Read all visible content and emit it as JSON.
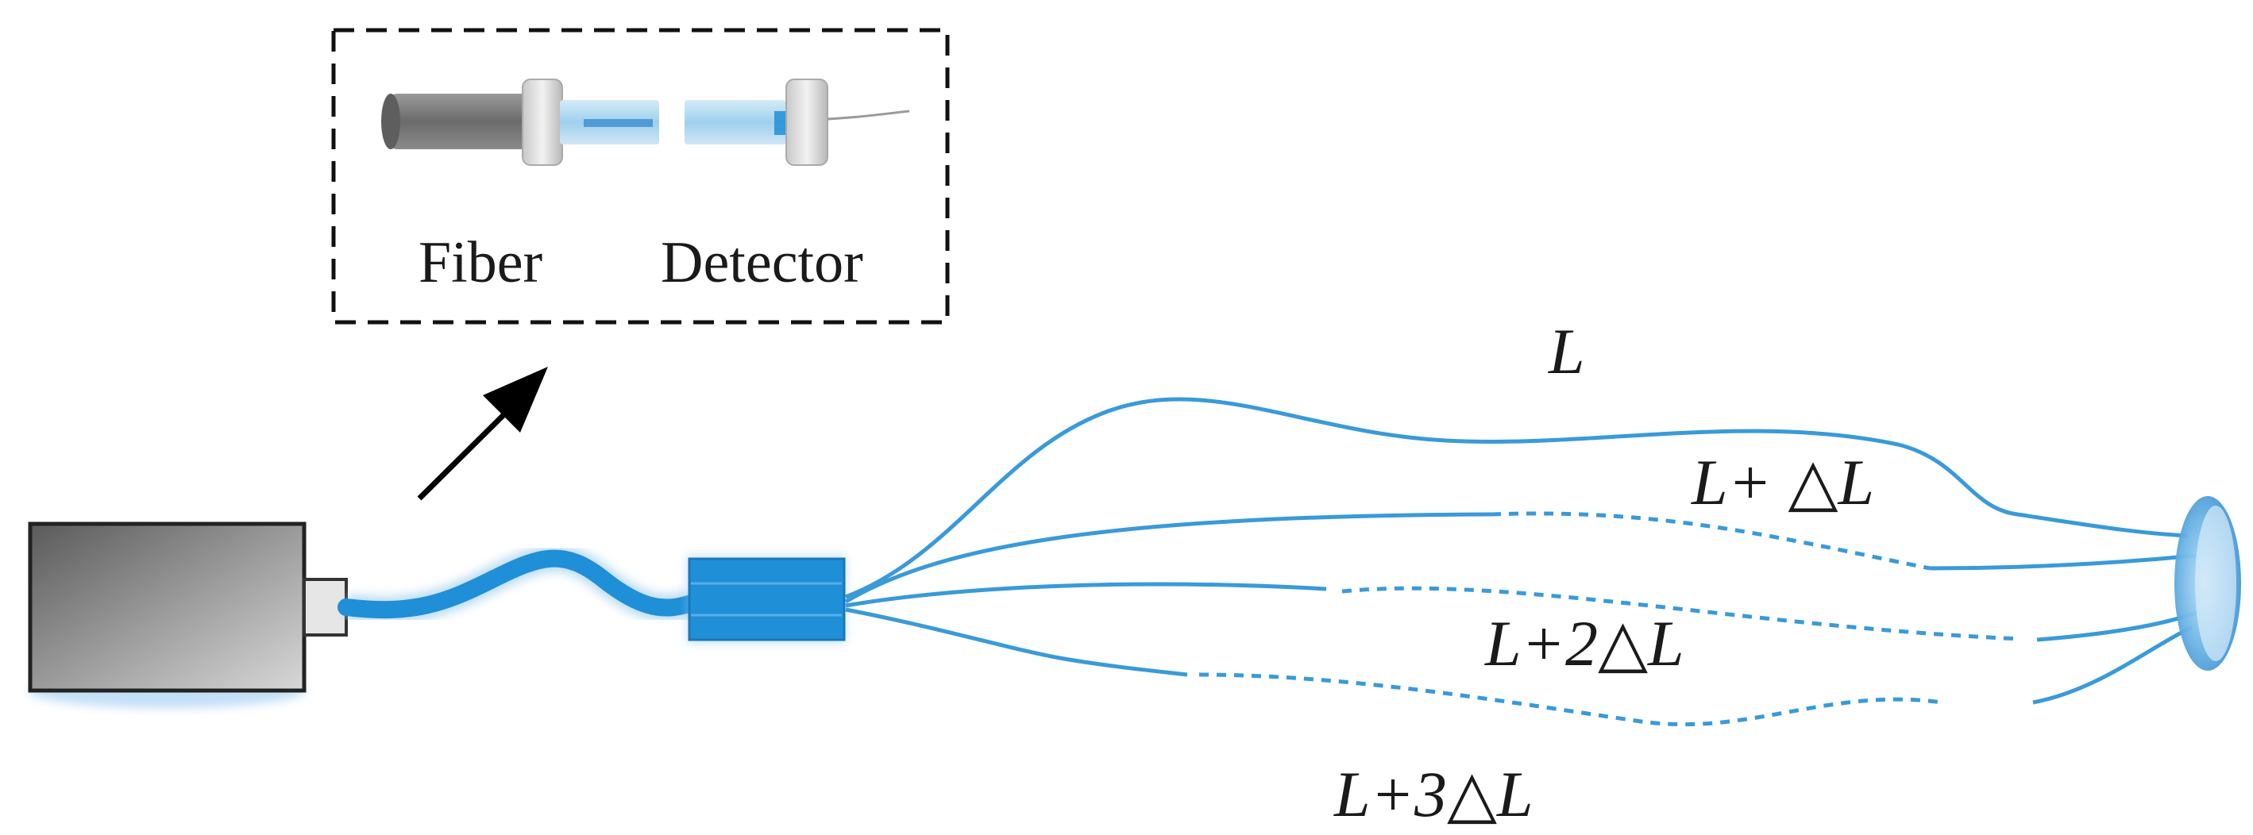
{
  "inset": {
    "fiber_label": "Fiber",
    "detector_label": "Detector"
  },
  "paths": {
    "path_1": "L",
    "path_2": "L+ △L",
    "path_3": "L+2△L",
    "path_4": "L+3△L"
  },
  "colors": {
    "fiber": "#3a9ad9",
    "coupler": "#1f8fd8",
    "cable": "#1f8fd8",
    "inset_border": "#111111",
    "arrow": "#000000"
  },
  "icons": {
    "source": "light-source-box-icon",
    "coupler": "fiber-coupler-icon",
    "target": "lens-target-icon",
    "inset_fiber": "fiber-connector-icon",
    "inset_detector": "detector-connector-icon"
  }
}
